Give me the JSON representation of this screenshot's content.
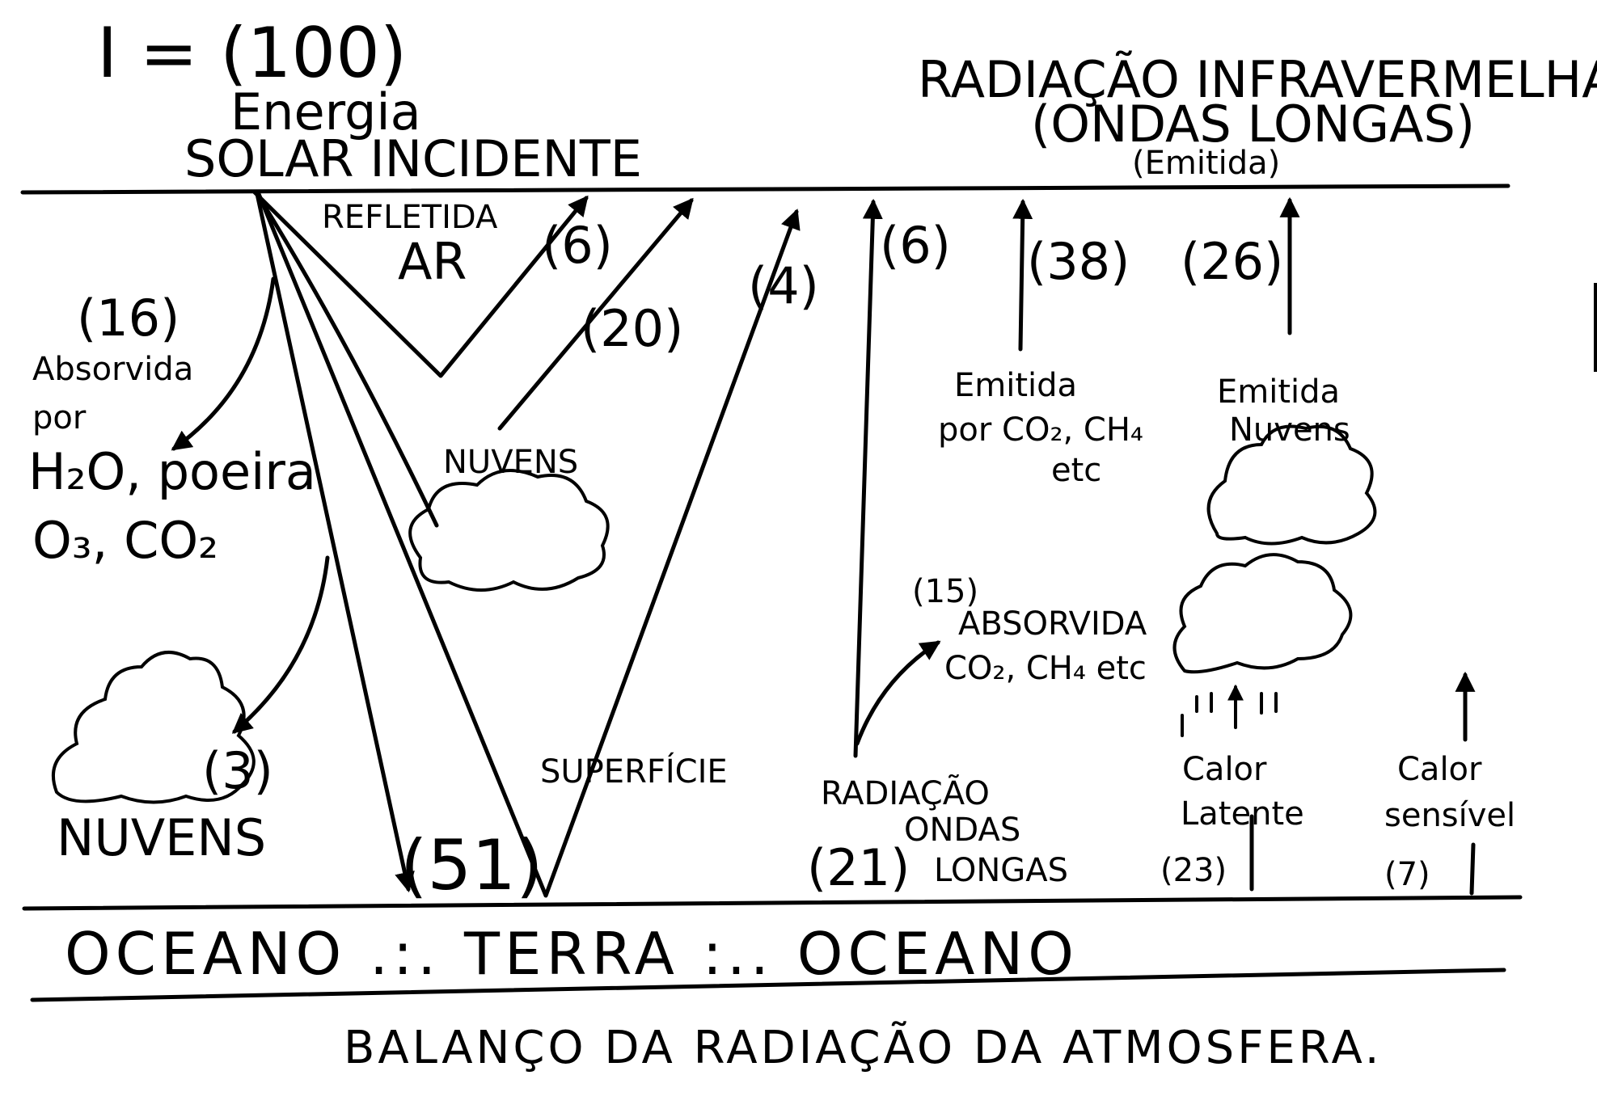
{
  "incident": {
    "value": "I = (100)",
    "label_line1": "Energia",
    "label_line2": "SOLAR INCIDENTE"
  },
  "infrared": {
    "line1": "RADIAÇÃO INFRAVERMELHA",
    "line2": "(ONDAS LONGAS)",
    "line3": "(Emitida)"
  },
  "reflected": {
    "label_line1": "REFLETIDA",
    "label_line2": "AR",
    "air_value": "(6)",
    "clouds_value": "(20)",
    "surface_value": "(4)"
  },
  "absorbed_atm": {
    "value": "(16)",
    "line1": "Absorvida",
    "line2": "por",
    "line3": "H₂O, poeira",
    "line4": "O₃, CO₂"
  },
  "clouds_left": {
    "value": "(3)",
    "label": "NUVENS"
  },
  "clouds_center": {
    "label": "NUVENS"
  },
  "surface": {
    "label": "SUPERFÍCIE",
    "value": "(51)"
  },
  "longwave_space": {
    "value": "(6)"
  },
  "emitted_co2": {
    "value": "(38)",
    "line1": "Emitida",
    "line2": "por CO₂, CH₄",
    "line3": "etc"
  },
  "emitted_clouds": {
    "value": "(26)",
    "line1": "Emitida",
    "line2": "Nuvens"
  },
  "absorbed_co2": {
    "value": "(15)",
    "line1": "ABSORVIDA",
    "line2": "CO₂, CH₄ etc"
  },
  "longwave_surface": {
    "line1": "RADIAÇÃO",
    "line2": "ONDAS",
    "line3": "LONGAS",
    "value": "(21)"
  },
  "latent_heat": {
    "line1": "Calor",
    "line2": "Latente",
    "value": "(23)"
  },
  "sensible_heat": {
    "line1": "Calor",
    "line2": "sensível",
    "value": "(7)"
  },
  "ground": {
    "text": "OCEANO .:. TERRA :.. OCEANO"
  },
  "caption": {
    "text": "BALANÇO DA RADIAÇÃO DA ATMOSFERA."
  }
}
